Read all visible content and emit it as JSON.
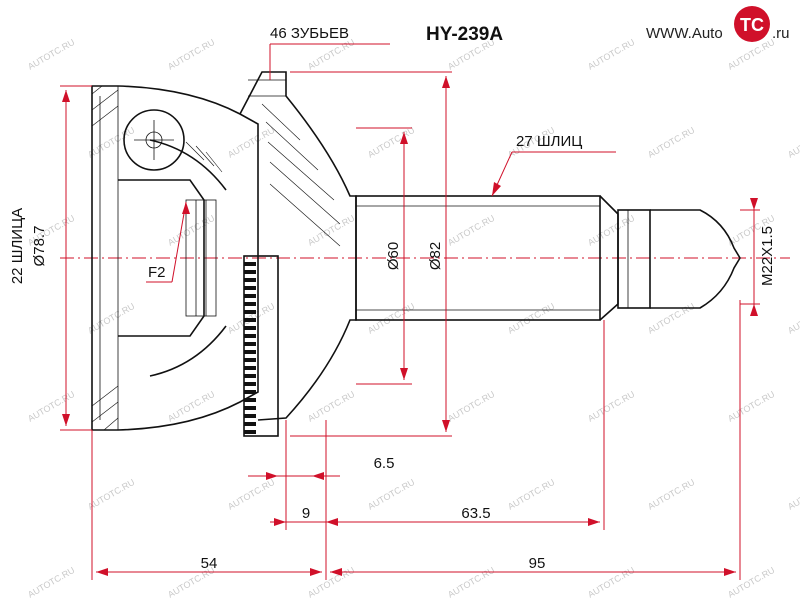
{
  "part_number": "HY-239A",
  "header_note": "46 ЗУБЬЕВ",
  "spline_note": "27 ШЛИЦ",
  "left_spline_note": "22 ШЛИЦА",
  "dimensions": {
    "outer_diameter": "Ø78.7",
    "diameter_60": "Ø60",
    "diameter_82": "Ø82",
    "thread": "M22X1.5",
    "f2": "F2",
    "d_6_5": "6.5",
    "d_9": "9",
    "d_63_5": "63.5",
    "d_54": "54",
    "d_95": "95"
  },
  "brand": {
    "url_prefix": "WWW.Auto",
    "logo_text": "TC",
    "url_suffix": ".ru"
  },
  "watermark": "AUTOTC.RU",
  "colors": {
    "accent": "#d0102a",
    "ink": "#111111"
  }
}
